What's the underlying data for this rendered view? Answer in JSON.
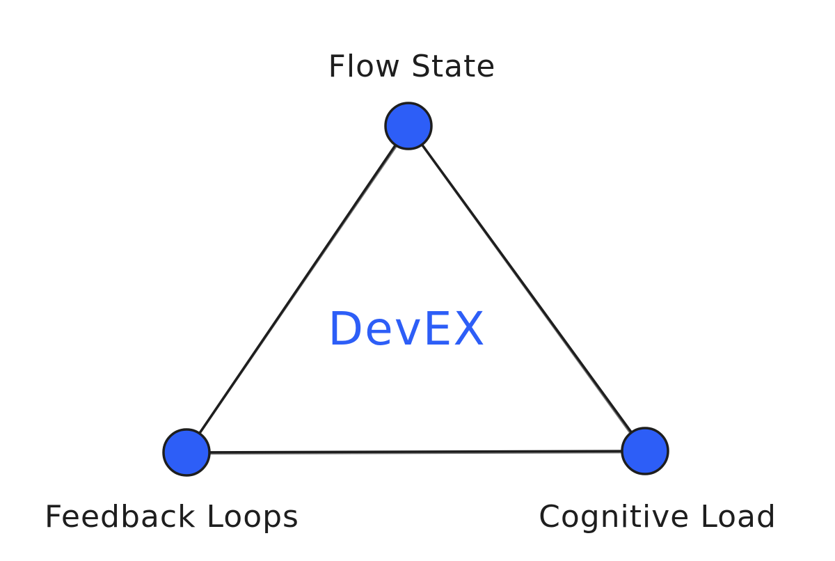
{
  "diagram": {
    "center_label": "DevEX",
    "nodes": [
      {
        "id": "top",
        "label": "Flow State"
      },
      {
        "id": "left",
        "label": "Feedback Loops"
      },
      {
        "id": "right",
        "label": "Cognitive Load"
      }
    ],
    "edges": [
      {
        "from": "top",
        "to": "left"
      },
      {
        "from": "top",
        "to": "right"
      },
      {
        "from": "left",
        "to": "right"
      }
    ]
  },
  "colors": {
    "node_fill": "#2d5ef7",
    "center_text": "#2d5ef7",
    "stroke": "#1e1e1e",
    "label_text": "#1e1e1e",
    "background": "#ffffff"
  }
}
